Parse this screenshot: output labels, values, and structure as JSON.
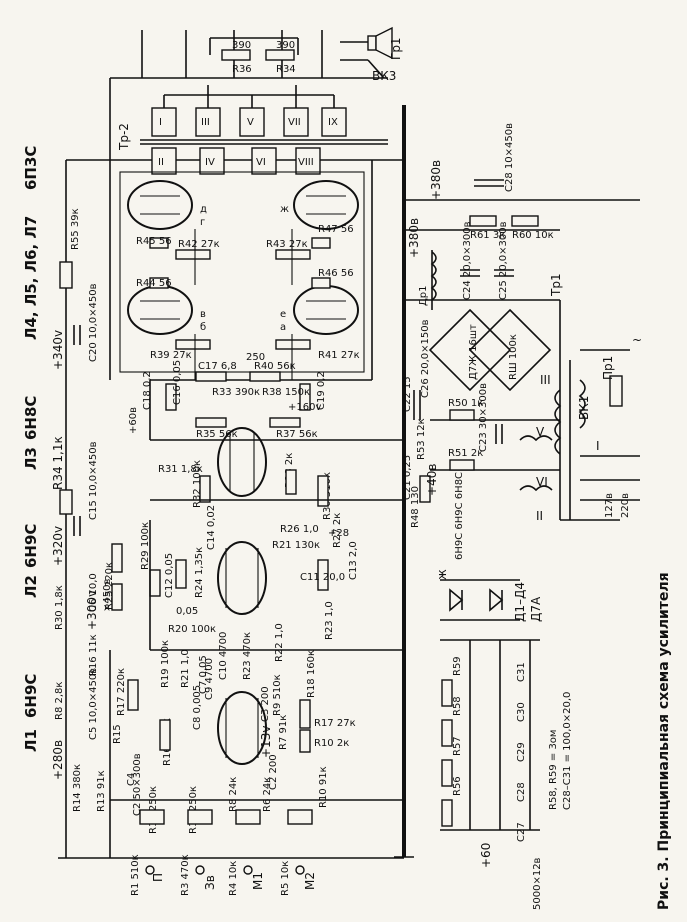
{
  "caption": "Рис. 3. Принципиальная схема усилителя",
  "tubes": {
    "l1": {
      "ref": "Л1",
      "type": "6Н9С"
    },
    "l2": {
      "ref": "Л2",
      "type": "6Н9С"
    },
    "l3": {
      "ref": "Л3",
      "type": "6Н8С"
    },
    "output": {
      "refs": "Л4, Л5, Л6, Л7",
      "type": "6П3С"
    }
  },
  "supply": {
    "v340": "+340v",
    "v320": "+320v",
    "v300": "+300v",
    "v280": "+280в",
    "v380": "+380в",
    "v380b": "+380в",
    "v60": "+60",
    "v40": "+40в",
    "v28": "+28",
    "v13": "+13v"
  },
  "output_stage": {
    "tr2": "Тр-2",
    "sec1": "I",
    "sec2": "III",
    "sec3": "V",
    "sec4": "VII",
    "sec5": "IX",
    "pri1": "II",
    "pri2": "IV",
    "pri3": "VI",
    "pri4": "VIII",
    "r_a": "390",
    "r_b": "390",
    "r36": "R36",
    "r34": "R34",
    "speaker": "Гр1",
    "switch": "ВК3",
    "r45": "R45 56",
    "r44": "R44 56",
    "r47": "R47 56",
    "r46": "R46 56",
    "r42": "R42 27к",
    "r43": "R43 27к",
    "r39": "R39 27к",
    "r41": "R41 27к",
    "pin_a": "а",
    "pin_b": "б",
    "pin_v": "в",
    "pin_g": "г",
    "pin_d": "д",
    "pin_e": "е",
    "pin_zh": "ж"
  },
  "phase": {
    "r55": "R55 39к",
    "c20": "C20 10,0×450в",
    "c18": "C18 0,2",
    "c19": "C19 0,2",
    "c16": "C16 0,05",
    "c17": "C17 6,8",
    "r37": "R37 56к",
    "r40": "R40 56к",
    "r33": "R33 390к",
    "r38": "R38 150к",
    "r35": "R35 56к",
    "r37b": "R37 56к",
    "v250": "250",
    "v160": "+160v",
    "v60b": "+60в",
    "r34": "R34 1,1к",
    "r31": "R31 1,8к",
    "r32": "R32 100к",
    "r28": "R28 2к",
    "r30": "R30 510к",
    "r26": "R26 1,0",
    "c15": "C15 10,0×450в",
    "c14": "C14 0,02",
    "c13": "C13 2,0",
    "c11": "C11 0,25",
    "r29": "R29 100к",
    "r25": "R25 220к",
    "r27": "R27 2к",
    "c12": "C12 0,05",
    "r24": "R24 1,35к",
    "c11b": "C11 20,0",
    "r21": "R21 130к",
    "r30b": "R30 1,8к",
    "r20": "R20 100к",
    "v005": "0,05"
  },
  "preamp": {
    "r16": "R16 11к",
    "c6": "C6 10,0",
    "v450": "×450в",
    "c5": "C5 10,0×450в",
    "r17": "R17 220к",
    "r15": "R15",
    "c4": "C4",
    "r14": "R14 380к",
    "r13": "R13 91к",
    "c2": "C2 50×300в",
    "r12": "R12 250к",
    "r16b": "R16 180к",
    "r11": "R11 250к",
    "r19": "R19 100к",
    "r21b": "R21 1,0",
    "c9": "C9 4700",
    "c10": "C10 4700",
    "r23": "R23 470к",
    "r22": "R22 1,0",
    "r23b": "R23 1,0",
    "c8": "C8 0,005",
    "c7": "C7 0,05",
    "r18": "R18 160к",
    "r17b": "R17 27к",
    "r10": "R10 2к",
    "c3": "C3 200",
    "r9": "R9 510к",
    "r7": "R7 91к",
    "c2b": "C2 200",
    "r8": "R8 24к",
    "r6": "R6 24к",
    "r10b": "R10 91к",
    "r1": "R1 510к",
    "r3": "R3 470к",
    "r4": "R4 10к",
    "r5": "R5 10к",
    "pot_p": "П",
    "pot_z": "Зв",
    "pot_m1": "М1",
    "pot_m2": "М2",
    "r8b": "R8 2,8к"
  },
  "power": {
    "c28": "C28 10×450в",
    "r61": "R61 3к",
    "r60": "R60 10к",
    "dr1": "Др1",
    "c24": "C24 20,0×300в",
    "c25": "C25 20,0×300в",
    "c26": "C26 20,0×150в",
    "bridge1": "Д7Ж 16шт",
    "bridge2": "RШ 100к",
    "tr1": "Тр1",
    "vk1": "ВК1",
    "pr1": "Пр1",
    "mains": "~",
    "w1": "127в",
    "w2": "220в",
    "wI": "I",
    "wIII": "III",
    "wV": "V",
    "wVI": "VI",
    "wII": "II",
    "r50": "R50 1к",
    "r51": "R51 2к",
    "r48": "R48 130",
    "c23": "C23 30×300в",
    "c22": "C22 15",
    "c21": "C21 0,25",
    "r53": "R53 12к",
    "tap_labels": "6Н9С 6Н9С 6Н8С",
    "diodes": "Д1–Д4",
    "diode_type": "Д7А",
    "zh": "ж",
    "r56": "R56",
    "r57": "R57",
    "r58": "R58",
    "r59": "R59",
    "c27": "C27",
    "c28b": "C28",
    "c29": "C29",
    "c30": "C30",
    "c31": "C31",
    "note1": "R58, R59 = 3ом",
    "note2": "C28–C31 = 100,0×20,0",
    "c27val": "5000×12в"
  }
}
